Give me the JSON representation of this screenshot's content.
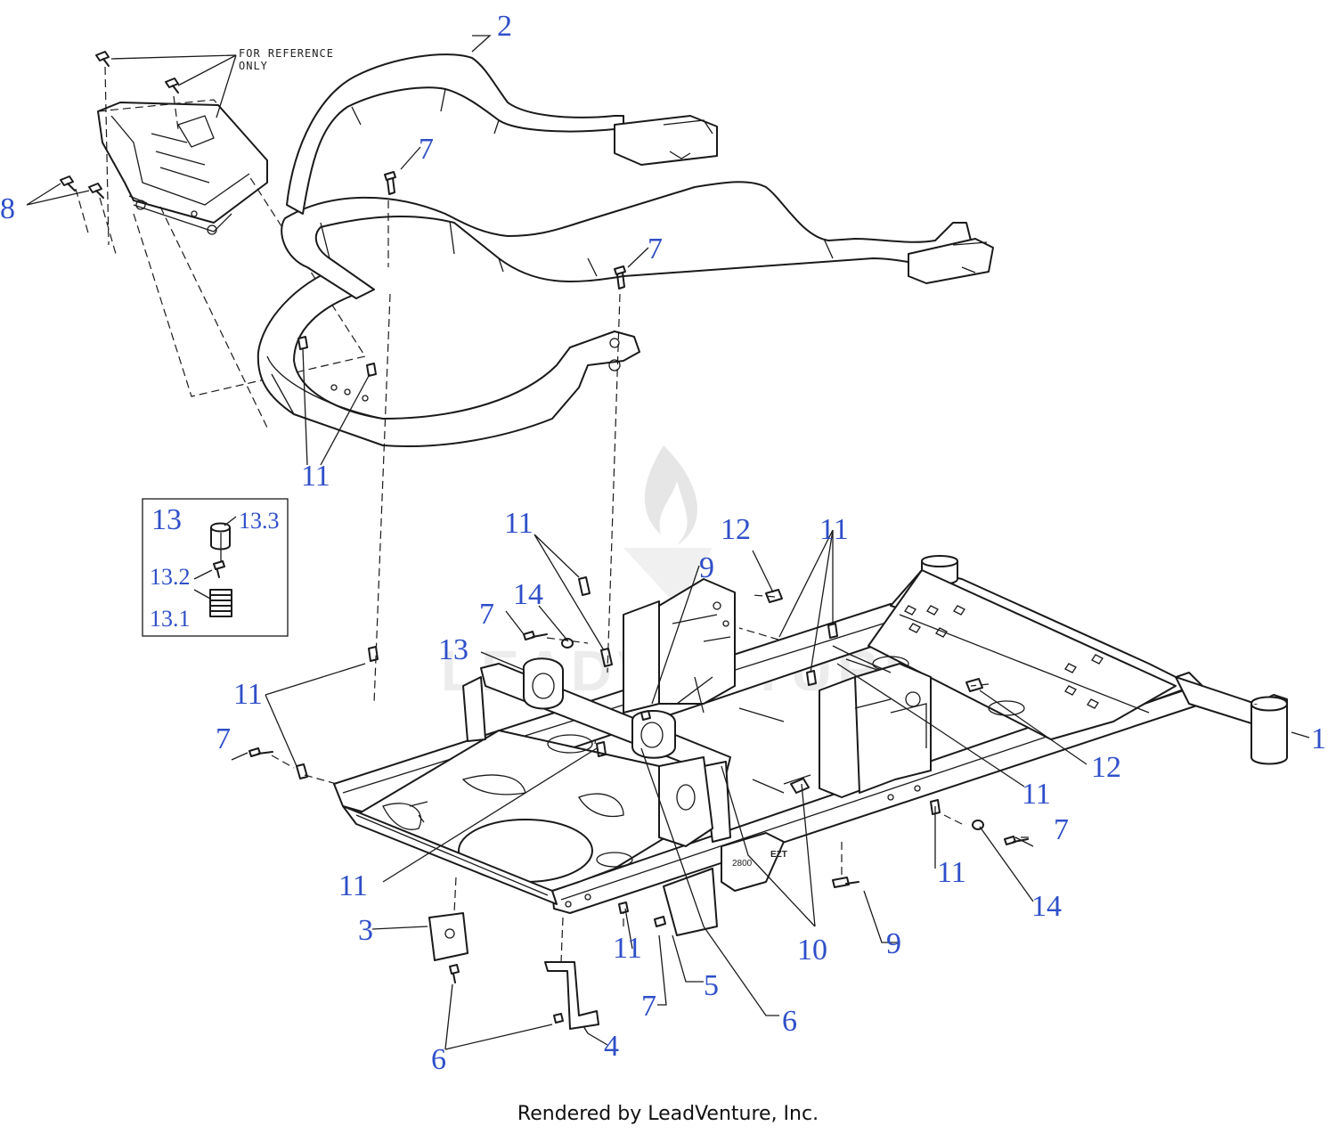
{
  "diagram": {
    "reference_note_line1": "FOR REFERENCE",
    "reference_note_line2": "ONLY",
    "inset_title": "13",
    "inset_labels": [
      "13.3",
      "13.2",
      "13.1"
    ],
    "callouts": {
      "c1": "1",
      "c2": "2",
      "c3": "3",
      "c4": "4",
      "c5": "5",
      "c6a": "6",
      "c6b": "6",
      "c7a": "7",
      "c7b": "7",
      "c7c": "7",
      "c7d": "7",
      "c7e": "7",
      "c7f": "7",
      "c8": "8",
      "c9a": "9",
      "c9b": "9",
      "c10": "10",
      "c11a": "11",
      "c11b": "11",
      "c11c": "11",
      "c11d": "11",
      "c11e": "11",
      "c11f": "11",
      "c11g": "11",
      "c11h": "11",
      "c12a": "12",
      "c12b": "12",
      "c13": "13",
      "c14a": "14",
      "c14b": "14"
    },
    "watermark": "LEADVENTURE",
    "stamp_model": "2800",
    "stamp_ezt": "EZT"
  },
  "footer": {
    "text": "Rendered by LeadVenture, Inc."
  },
  "colors": {
    "callout": "#2f4fc9",
    "line": "#1a1a1a",
    "watermark": "#e6e6e6"
  }
}
